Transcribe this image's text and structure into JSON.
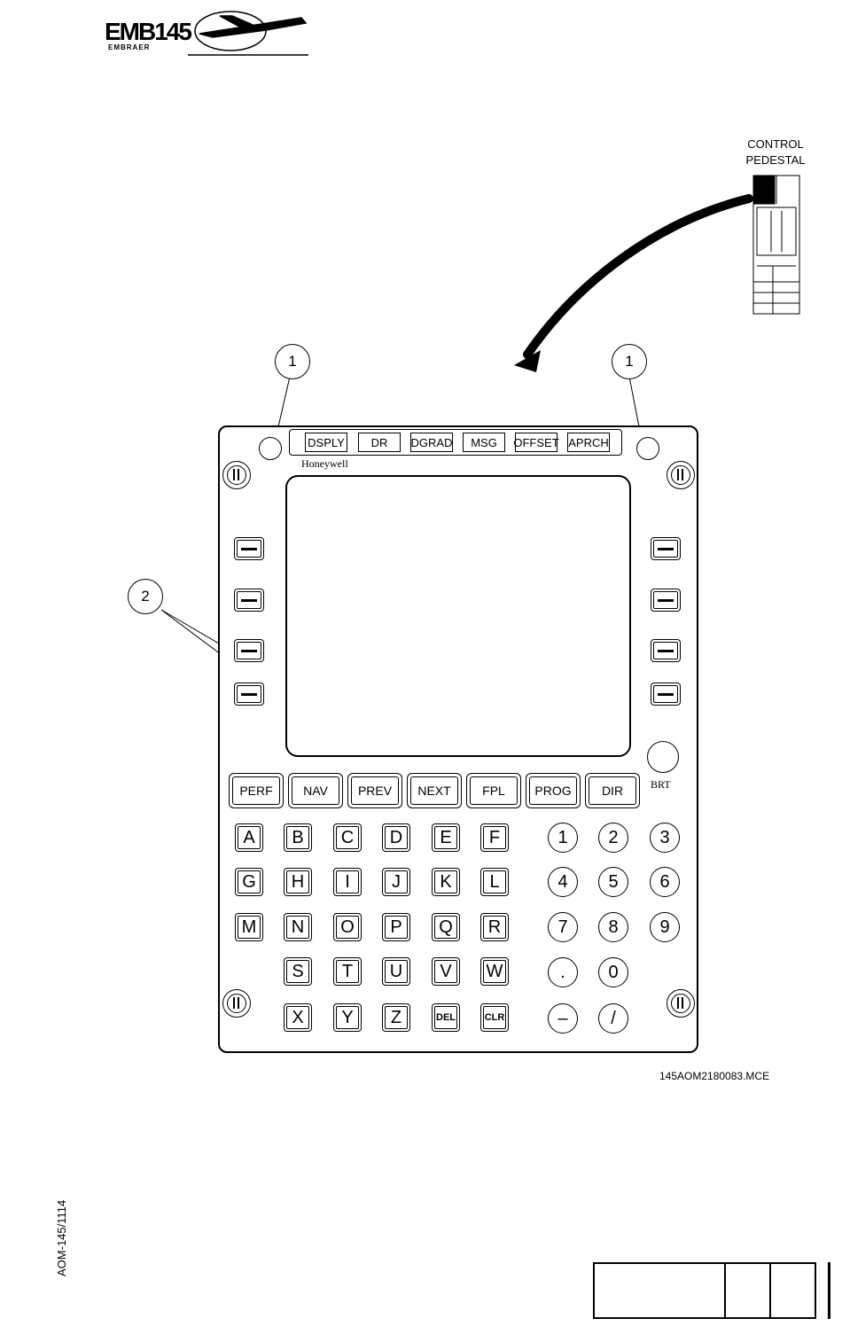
{
  "logo": {
    "text": "EMB145",
    "sub": "EMBRAER"
  },
  "control_pedestal": {
    "line1": "CONTROL",
    "line2": "PEDESTAL"
  },
  "callouts": [
    "1",
    "1",
    "2"
  ],
  "brand": "Honeywell",
  "function_keys": [
    "DSPLY",
    "DR",
    "DGRAD",
    "MSG",
    "OFFSET",
    "APRCH"
  ],
  "mode_keys": [
    "PERF",
    "NAV",
    "PREV",
    "NEXT",
    "FPL",
    "PROG",
    "DIR"
  ],
  "brt_label": "BRT",
  "alpha_rows": [
    [
      "A",
      "B",
      "C",
      "D",
      "E",
      "F"
    ],
    [
      "G",
      "H",
      "I",
      "J",
      "K",
      "L"
    ],
    [
      "M",
      "N",
      "O",
      "P",
      "Q",
      "R"
    ],
    [
      "S",
      "T",
      "U",
      "V",
      "W"
    ],
    [
      "X",
      "Y",
      "Z",
      "DEL",
      "CLR"
    ]
  ],
  "num_rows": [
    [
      "1",
      "2",
      "3"
    ],
    [
      "4",
      "5",
      "6"
    ],
    [
      "7",
      "8",
      "9"
    ],
    [
      ".",
      "0"
    ],
    [
      "–",
      "/"
    ]
  ],
  "figure_id": "145AOM2180083.MCE",
  "doc_ref": "AOM-145/1114"
}
